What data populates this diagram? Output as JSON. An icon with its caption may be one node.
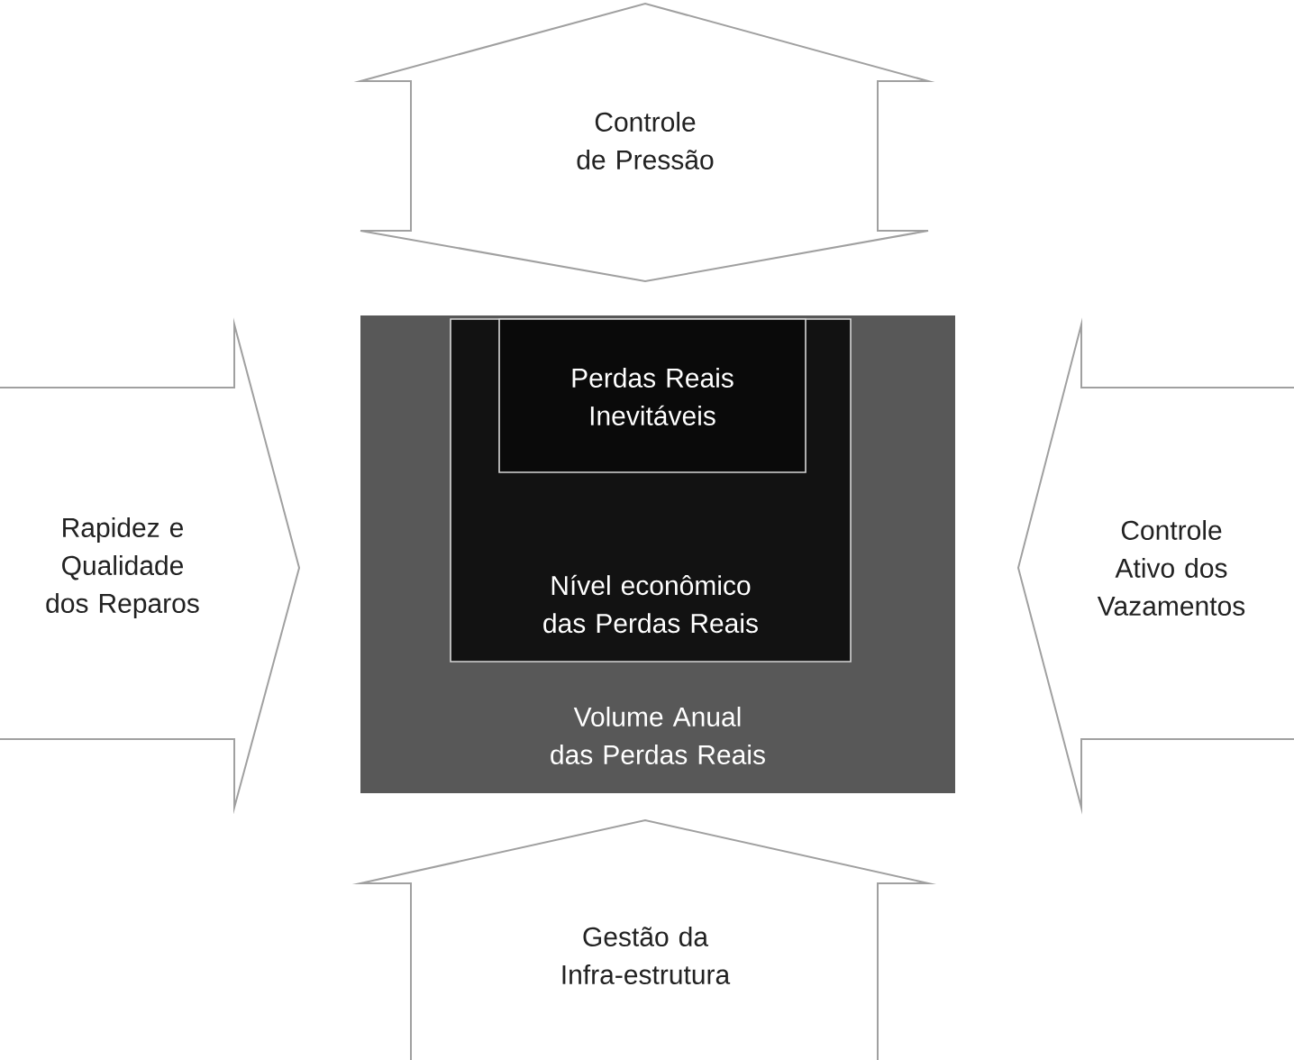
{
  "diagram": {
    "nodes": [
      {
        "text": [
          "Controle de Pressão"
        ]
      },
      {
        "text": [
          "Rapidez e Qualidade dos Reparos"
        ]
      },
      {
        "text": [
          "Volume Anual das Perdas Reais"
        ]
      },
      {
        "text": [
          "Nível econômico das Perdas Reais"
        ],
        "in": 2
      },
      {
        "text": [
          "Perdas Reais Inevitáveis"
        ],
        "in": 3
      },
      {
        "text": [
          "Controle Ativo dos Vazamentos"
        ]
      },
      {
        "text": [
          "Gestão da Infra-estrutura"
        ]
      }
    ]
  }
}
